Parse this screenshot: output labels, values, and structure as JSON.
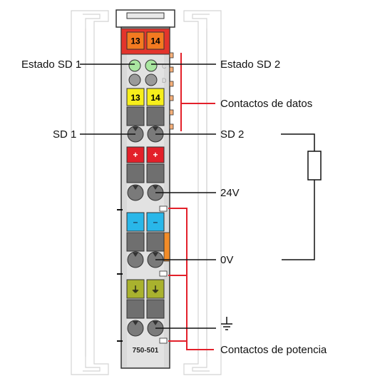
{
  "module": {
    "part_number": "750-501",
    "top_connector": {
      "left": "13",
      "right": "14",
      "color": "#f47a20",
      "frame": "#e3342c"
    },
    "led_row1": {
      "right_letter": "C"
    },
    "led_row2": {
      "right_letter": "D"
    },
    "data_terminal": {
      "left": "13",
      "right": "14",
      "color": "#f6ee1b"
    },
    "plus_terminal": {
      "left": "+",
      "right": "+",
      "color": "#e3202a"
    },
    "minus_terminal": {
      "left": "–",
      "right": "–",
      "color": "#29b7e9"
    },
    "ground_terminal": {
      "left": "⏚",
      "right": "⏚",
      "color": "#a9b22e"
    }
  },
  "labels": {
    "estado_sd1": "Estado SD 1",
    "estado_sd2": "Estado SD 2",
    "contactos_datos": "Contactos de datos",
    "sd1": "SD 1",
    "sd2": "SD 2",
    "v24": "24V",
    "v0": "0V",
    "ground_symbol": "⏚",
    "contactos_potencia": "Contactos de potencia"
  },
  "colors": {
    "accent_red": "#e3202a",
    "led_green": "#a9e6a0",
    "housing": "#d9d9d9",
    "rail": "#c8c8c8"
  }
}
